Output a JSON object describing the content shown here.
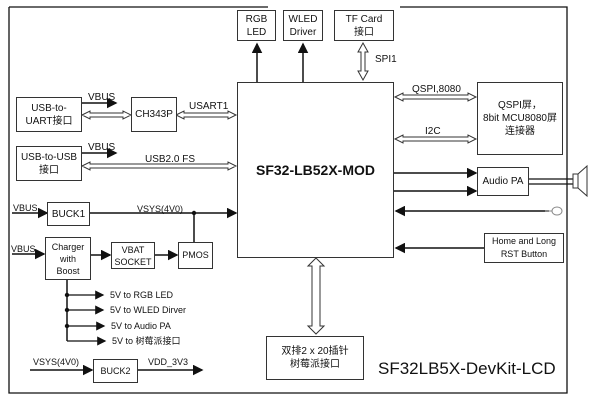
{
  "title": "SF32LB5X-DevKit-LCD",
  "main_module": "SF32-LB52X-MOD",
  "blocks": {
    "rgb_led": "RGB\nLED",
    "wled_driver": "WLED\nDriver",
    "tf_card": "TF Card\n接口",
    "usb_to_uart": "USB-to-\nUART接口",
    "ch343p": "CH343P",
    "usb_to_usb": "USB-to-USB\n接口",
    "buck1": "BUCK1",
    "charger": "Charger\nwith\nBoost",
    "vbat_socket": "VBAT\nSOCKET",
    "pmos": "PMOS",
    "buck2": "BUCK2",
    "qspi_screen": "QSPI屏，\n8bit MCU8080屏\n连接器",
    "audio_pa": "Audio PA",
    "home_rst": "Home and Long\nRST Button",
    "pin_header": "双排2 x 20插针\n树莓派接口"
  },
  "signals": {
    "spi1": "SPI1",
    "usart1": "USART1",
    "vbus_uart": "VBUS",
    "vbus_usb": "VBUS",
    "usb2fs": "USB2.0 FS",
    "qspi_8080": "QSPI,8080",
    "i2c": "I2C",
    "vbus_buck1": "VBUS",
    "vsys_top": "VSYS(4V0)",
    "vbus_charger": "VBUS",
    "vsys_buck2": "VSYS(4V0)",
    "vdd_3v3": "VDD_3V3"
  },
  "five_v_outputs": [
    "5V to RGB LED",
    "5V to WLED Dirver",
    "5V to Audio PA",
    "5V to 树莓派接口"
  ],
  "icons": [
    "speaker-icon",
    "microphone-icon"
  ]
}
